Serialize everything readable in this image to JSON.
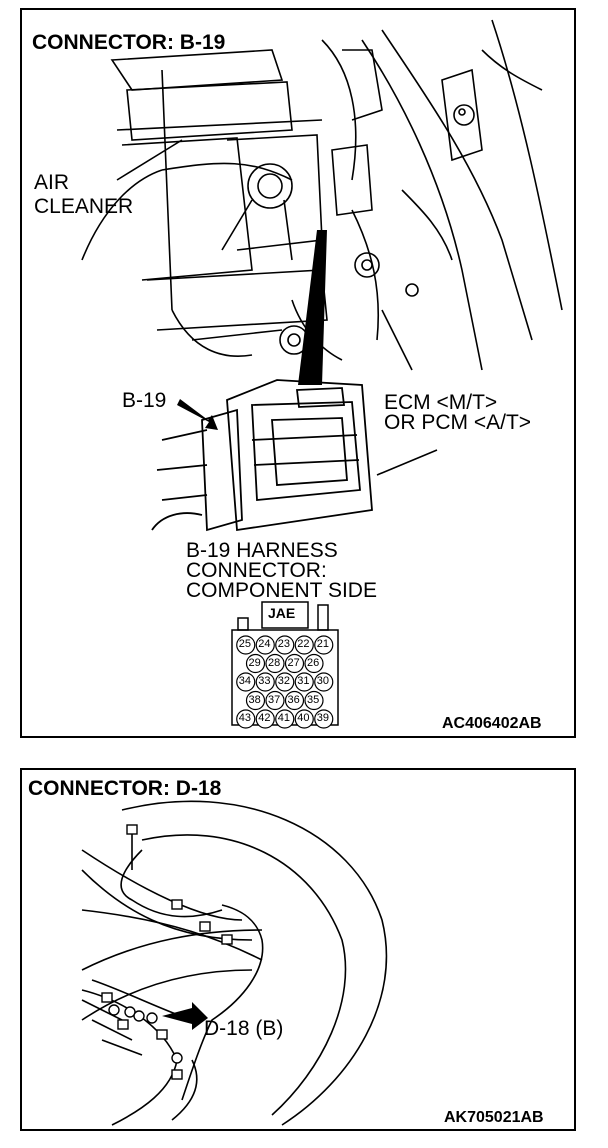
{
  "diagram_1": {
    "title": "CONNECTOR: B-19",
    "air_cleaner_line1": "AIR",
    "air_cleaner_line2": "CLEANER",
    "connector_callout": "B-19",
    "ecm_line1": "ECM <M/T>",
    "ecm_line2": "OR PCM <A/T>",
    "harness_line1": "B-19 HARNESS",
    "harness_line2": "CONNECTOR:",
    "harness_line3": "COMPONENT SIDE",
    "connector_tag": "JAE",
    "pin_rows": [
      [
        "25",
        "24",
        "23",
        "22",
        "21"
      ],
      [
        "29",
        "28",
        "27",
        "26"
      ],
      [
        "34",
        "33",
        "32",
        "31",
        "30"
      ],
      [
        "38",
        "37",
        "36",
        "35"
      ],
      [
        "43",
        "42",
        "41",
        "40",
        "39"
      ]
    ],
    "figure_code": "AC406402AB"
  },
  "diagram_2": {
    "title": "CONNECTOR: D-18",
    "connector_callout": "D-18 (B)",
    "figure_code": "AK705021AB"
  }
}
